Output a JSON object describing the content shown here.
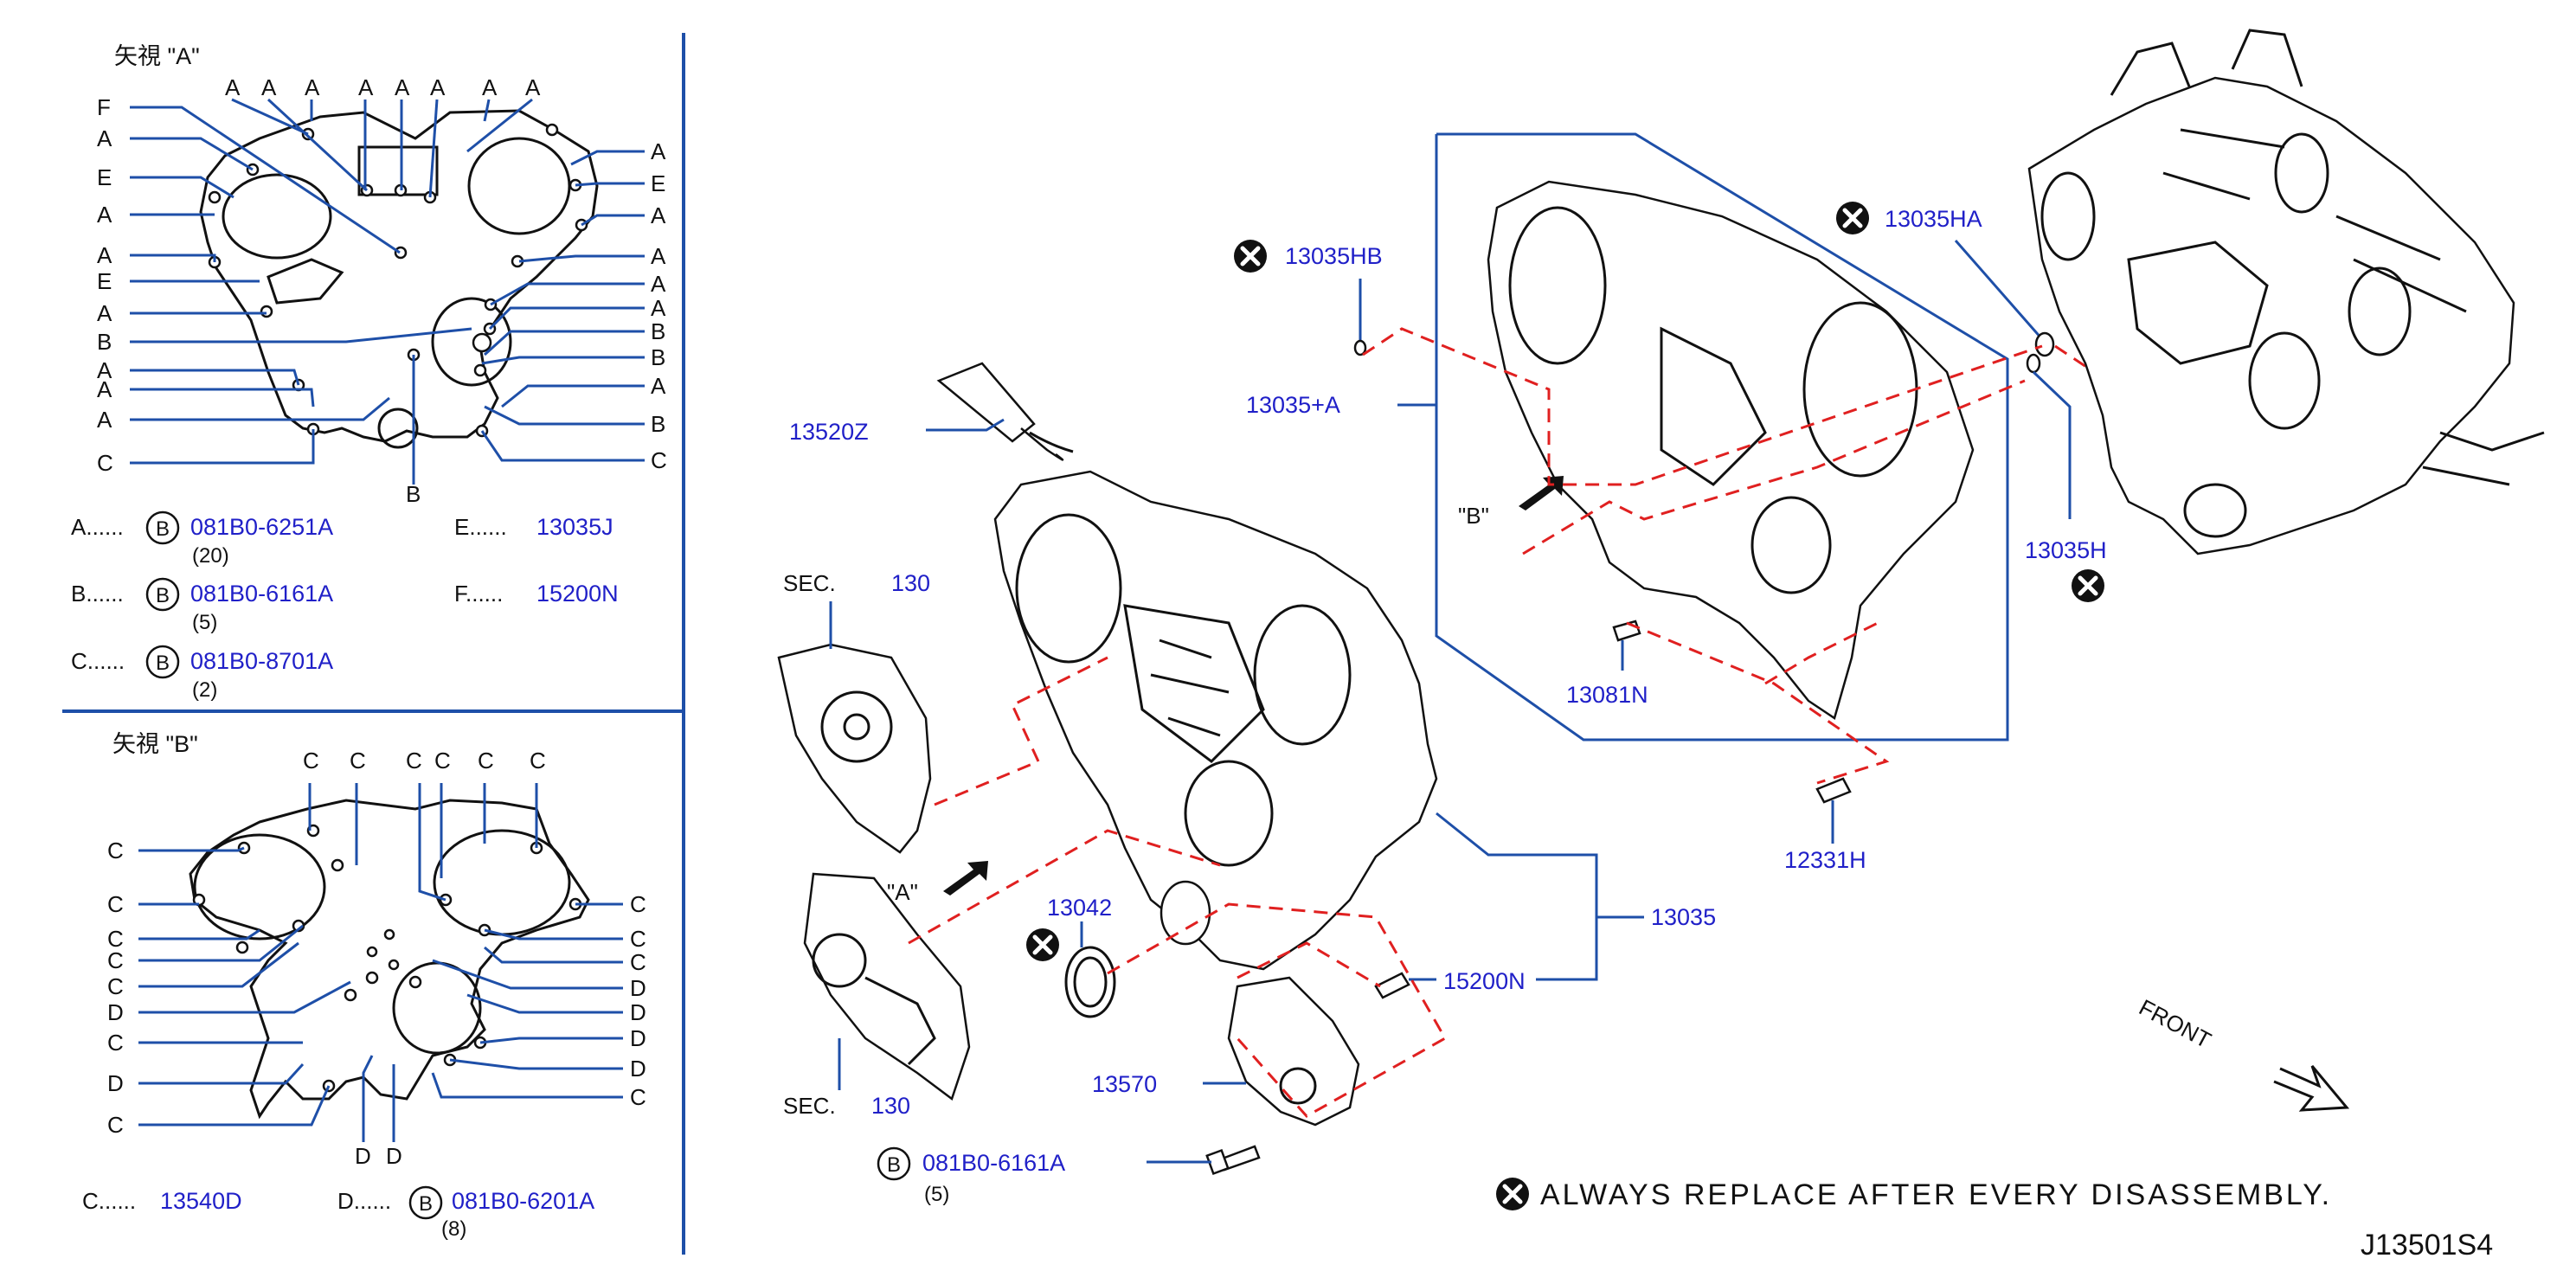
{
  "view_a": {
    "title": "矢視 \"A\"",
    "top_labels": [
      "A",
      "A",
      "A",
      "A",
      "A",
      "A",
      "A",
      "A"
    ],
    "left_labels": [
      "F",
      "A",
      "E",
      "A",
      "A",
      "E",
      "A",
      "B",
      "A",
      "A",
      "A",
      "C"
    ],
    "right_labels": [
      "A",
      "E",
      "A",
      "A",
      "A",
      "A",
      "B",
      "B",
      "A",
      "B",
      "C"
    ],
    "bottom_label": "B",
    "legend": [
      {
        "key": "A......",
        "symbol": "B",
        "part": "081B0-6251A",
        "qty": "(20)"
      },
      {
        "key": "B......",
        "symbol": "B",
        "part": "081B0-6161A",
        "qty": "(5)"
      },
      {
        "key": "C......",
        "symbol": "B",
        "part": "081B0-8701A",
        "qty": "(2)"
      },
      {
        "key": "E......",
        "part": "13035J"
      },
      {
        "key": "F......",
        "part": "15200N"
      }
    ]
  },
  "view_b": {
    "title": "矢視 \"B\"",
    "top_labels": [
      "C",
      "C",
      "C",
      "C",
      "C",
      "C"
    ],
    "left_labels": [
      "C",
      "C",
      "C",
      "C",
      "C",
      "D",
      "C",
      "D",
      "C"
    ],
    "right_labels": [
      "C",
      "C",
      "C",
      "D",
      "D",
      "D",
      "D",
      "C"
    ],
    "bottom_labels": [
      "D",
      "D"
    ],
    "legend": [
      {
        "key": "C......",
        "part": "13540D"
      },
      {
        "key": "D......",
        "symbol": "B",
        "part": "081B0-6201A",
        "qty": "(8)"
      }
    ]
  },
  "main": {
    "sec_label": "SEC.",
    "sec_number": "130",
    "view_ref_a": "\"A\"",
    "view_ref_b": "\"B\"",
    "parts": {
      "p13520Z": "13520Z",
      "p13042": "13042",
      "p13570": "13570",
      "p15200N": "15200N",
      "p13035": "13035",
      "p13035HB": "13035HB",
      "p13035PA": "13035+A",
      "p13081N": "13081N",
      "p12331H": "12331H",
      "p13035HA": "13035HA",
      "p13035H": "13035H"
    },
    "bolt": {
      "symbol": "B",
      "part": "081B0-6161A",
      "qty": "(5)"
    },
    "front_label": "FRONT",
    "note": "ALWAYS  REPLACE  AFTER  EVERY  DISASSEMBLY.",
    "diagram_code": "J13501S4"
  },
  "colors": {
    "leader": "#1e4fa8",
    "part_number": "#2020c8",
    "dashed": "#e02020",
    "ink": "#111111"
  },
  "icons": [
    "replace-x-icon",
    "front-arrow-icon",
    "view-arrow-icon",
    "bolt-symbol-icon",
    "sealant-tube-icon"
  ]
}
